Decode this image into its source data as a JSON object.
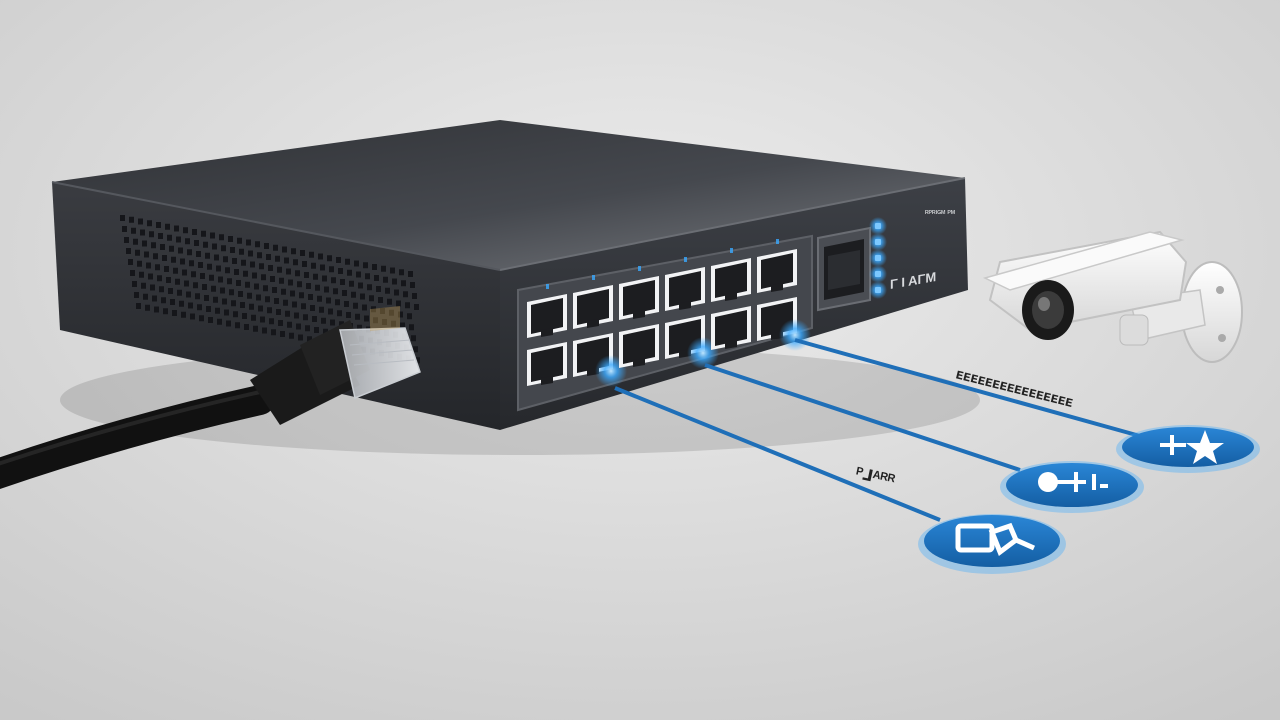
{
  "scene": {
    "colors": {
      "background_light": "#e6e6e6",
      "background_dark": "#c8c8c8",
      "chassis_top": "#3c3e43",
      "chassis_side": "#2a2c30",
      "front_panel": "#34373c",
      "port": "#1c1d20",
      "led_blue": "#3aa9ff",
      "link_line": "#1f6fb8",
      "badge": "#1d74c4",
      "cable": "#151515",
      "camera": "#f4f4f4"
    },
    "switch": {
      "rj45_ports": 12,
      "sfp_ports": 1,
      "front_label": "Γ Ι ΑΓΜ",
      "top_label": "ᴿᴾᴿᴵᴳᴹ ᴾᴹ"
    },
    "links": [
      {
        "label": "ᴇᴇᴇᴇᴇᴇᴇᴇᴇᴇᴇᴇᴇᴇᴇᴇ",
        "icon": "star-icon"
      },
      {
        "label": "",
        "icon": "plug-icon"
      },
      {
        "label": "ᴾ⅃ᴬᴿᴿ",
        "icon": "camera-outline-icon"
      }
    ],
    "uplink_cable": {
      "connector": "RJ45"
    }
  }
}
